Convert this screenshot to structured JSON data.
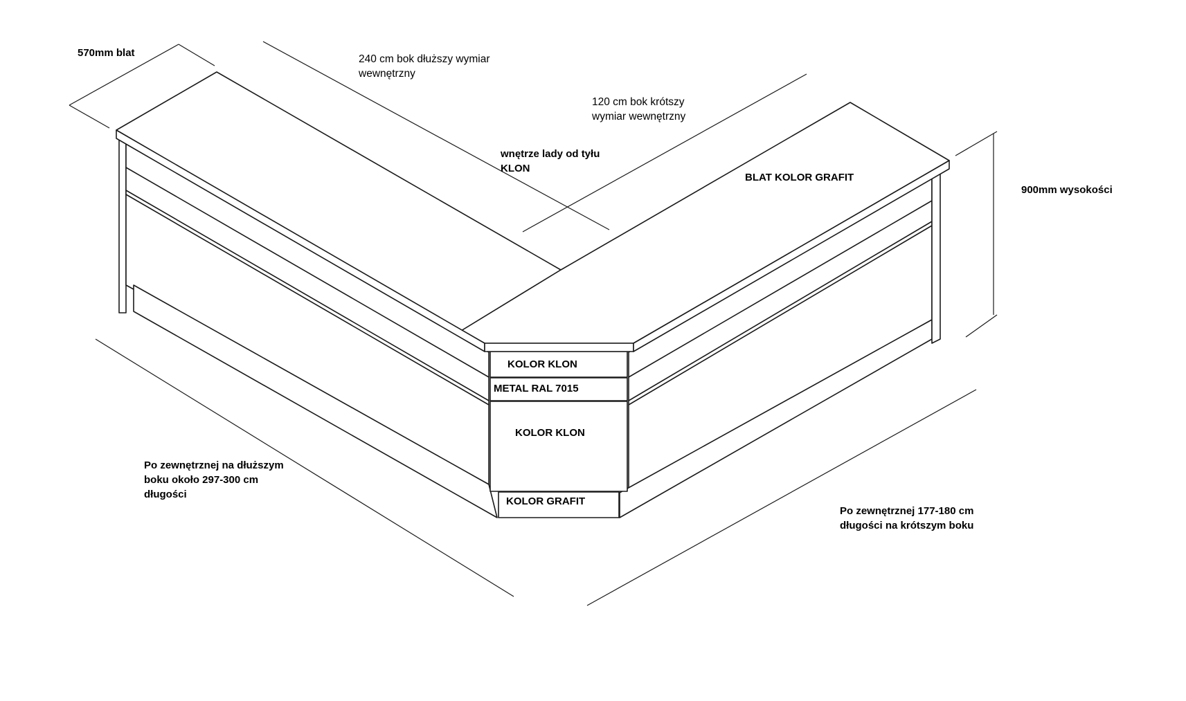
{
  "labels": {
    "countertop_depth": "570mm blat",
    "long_inner_line1": "240 cm bok dłuższy wymiar",
    "long_inner_line2": "wewnętrzny",
    "short_inner_line1": "120 cm bok krótszy",
    "short_inner_line2": "wymiar wewnętrzny",
    "back_interior_line1": "wnętrze lady od tyłu",
    "back_interior_line2": "KLON",
    "countertop_color": "BLAT KOLOR GRAFIT",
    "height": "900mm wysokości",
    "front_upper_panel": "KOLOR KLON",
    "front_metal_strip": "METAL RAL 7015",
    "front_main_panel": "KOLOR KLON",
    "front_plinth": "KOLOR GRAFIT",
    "long_outer_line1": "Po zewnętrznej na dłuższym",
    "long_outer_line2": "boku około 297-300 cm",
    "long_outer_line3": "długości",
    "short_outer_line1": "Po zewnętrznej 177-180 cm",
    "short_outer_line2": "długości na krótszym boku"
  }
}
